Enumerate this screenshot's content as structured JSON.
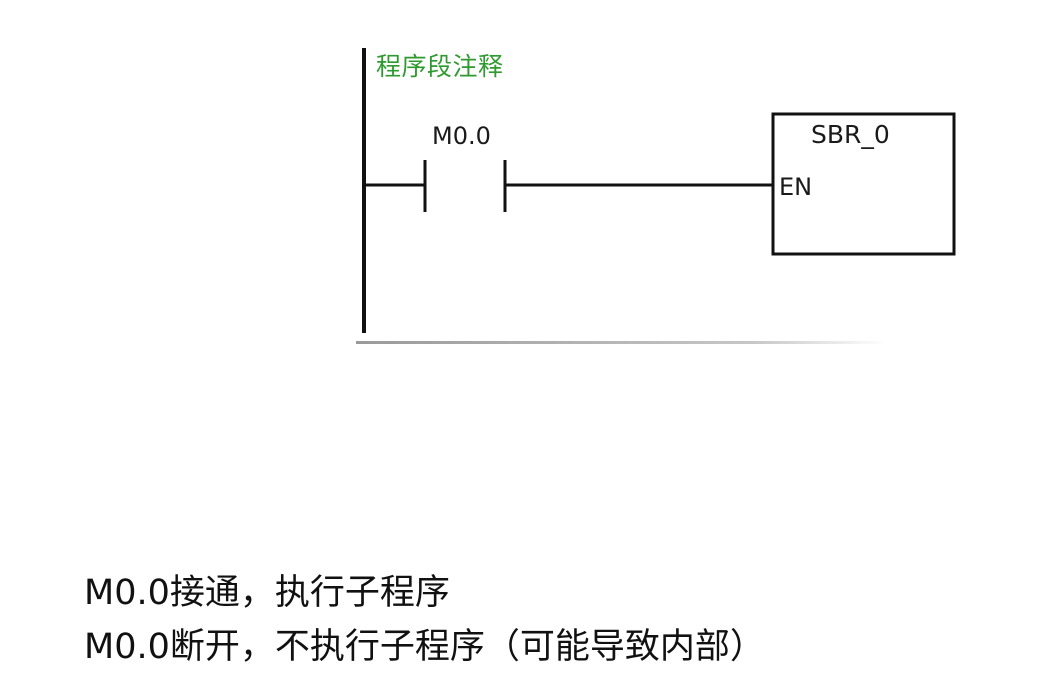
{
  "network": {
    "comment": "程序段注释",
    "contact_label": "M0.0",
    "box_title": "SBR_0",
    "box_input": "EN"
  },
  "explanation": {
    "line1": "M0.0接通，执行子程序",
    "line2": "M0.0断开，不执行子程序（可能导致内部）"
  },
  "colors": {
    "comment": "#2f9a2f",
    "lines": "#111111"
  }
}
